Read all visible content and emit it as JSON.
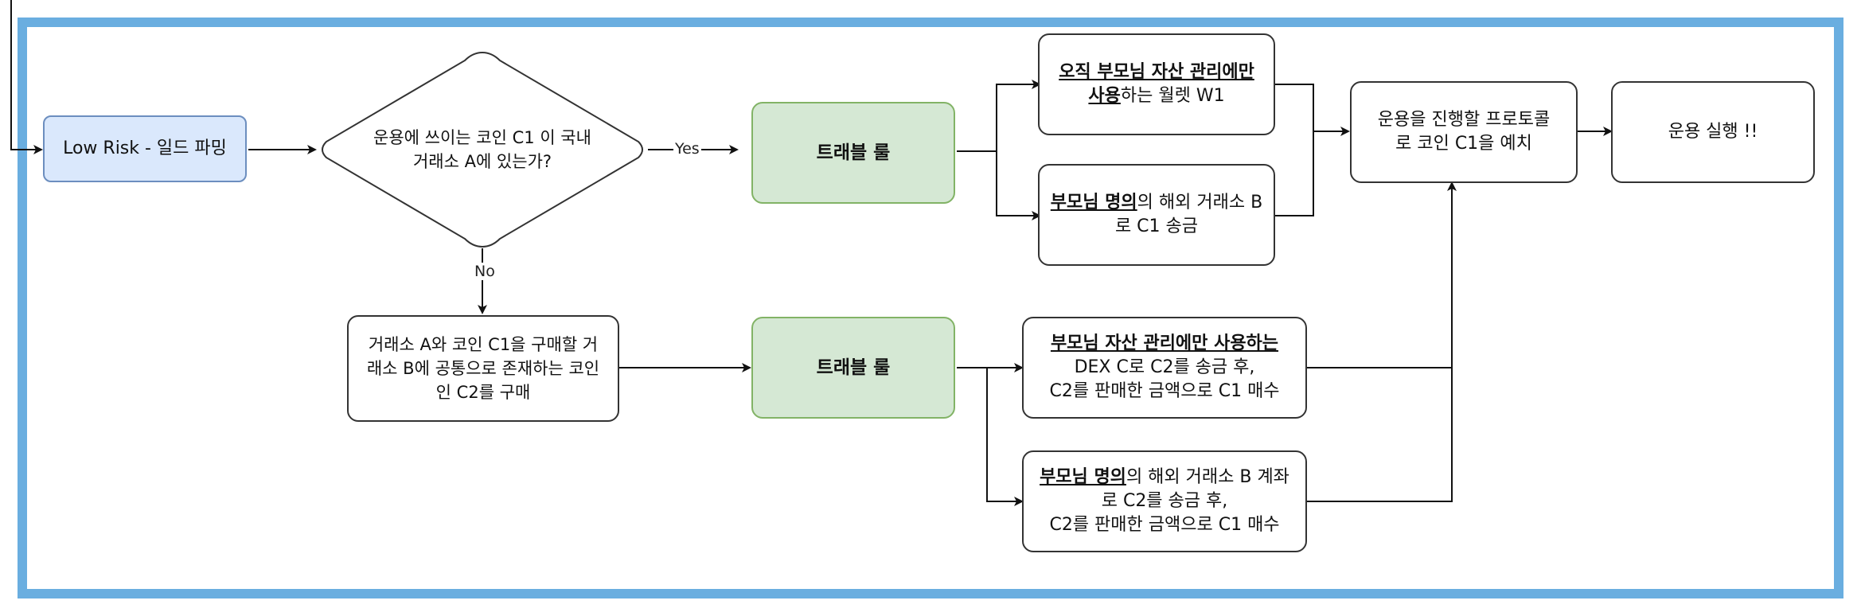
{
  "nodes": {
    "start": "Low Risk - 일드 파밍",
    "decision": {
      "line1": "운용에 쓰이는 코인 C1 이 국내",
      "line2": "거래소 A에 있는가?"
    },
    "travel_rule_top": "트래블 룰",
    "wallet": {
      "b1": "오직 부모님 자산 관리에만",
      "b2": "사용",
      "rest2": "하는 월렛 W1"
    },
    "overseas_top": {
      "b1": "부모님 명의",
      "rest1": "의 해외 거래소 B",
      "line2": "로 C1 송금"
    },
    "deposit": {
      "line1": "운용을 진행할 프로토콜",
      "line2": "로 코인 C1을 예치"
    },
    "execute": "운용 실행 !!",
    "buy_c2": {
      "line1": "거래소 A와 코인 C1을 구매할 거",
      "line2": "래소 B에 공통으로 존재하는 코인",
      "line3": "인 C2를 구매"
    },
    "travel_rule_bottom": "트래블 룰",
    "dex": {
      "b1": "부모님 자산 관리에만 사용하는",
      "line2": "DEX C로 C2를 송금 후,",
      "line3": "C2를 판매한 금액으로 C1 매수"
    },
    "overseas_bottom": {
      "b1": "부모님 명의",
      "rest1": "의 해외 거래소 B 계좌",
      "line2": "로 C2를 송금 후,",
      "line3": "C2를 판매한 금액으로 C1 매수"
    }
  },
  "edges": {
    "yes": "Yes",
    "no": "No"
  },
  "colors": {
    "frame": "#6aaee0",
    "start_fill": "#dae8fc",
    "start_stroke": "#6c8ebf",
    "rule_fill": "#d5e8d4",
    "rule_stroke": "#82b366"
  }
}
